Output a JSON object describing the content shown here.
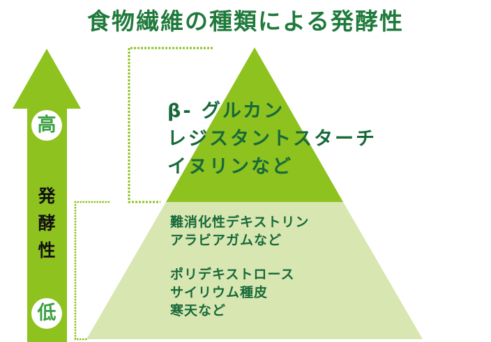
{
  "title": "食物繊維の種類による発酵性",
  "axis": {
    "label": [
      "発",
      "酵",
      "性"
    ],
    "high": "高",
    "low": "低"
  },
  "pyramid": {
    "top_items": [
      "β- グルカン",
      "レジスタントスターチ",
      "イヌリンなど"
    ],
    "bottom_group1": [
      "難消化性デキストリン",
      "アラビアガムなど"
    ],
    "bottom_group2": [
      "ポリデキストロース",
      "サイリウム種皮",
      "寒天など"
    ]
  },
  "colors": {
    "dark": "#8dc21f",
    "light": "#d8e6b1",
    "text": "#17693a"
  }
}
